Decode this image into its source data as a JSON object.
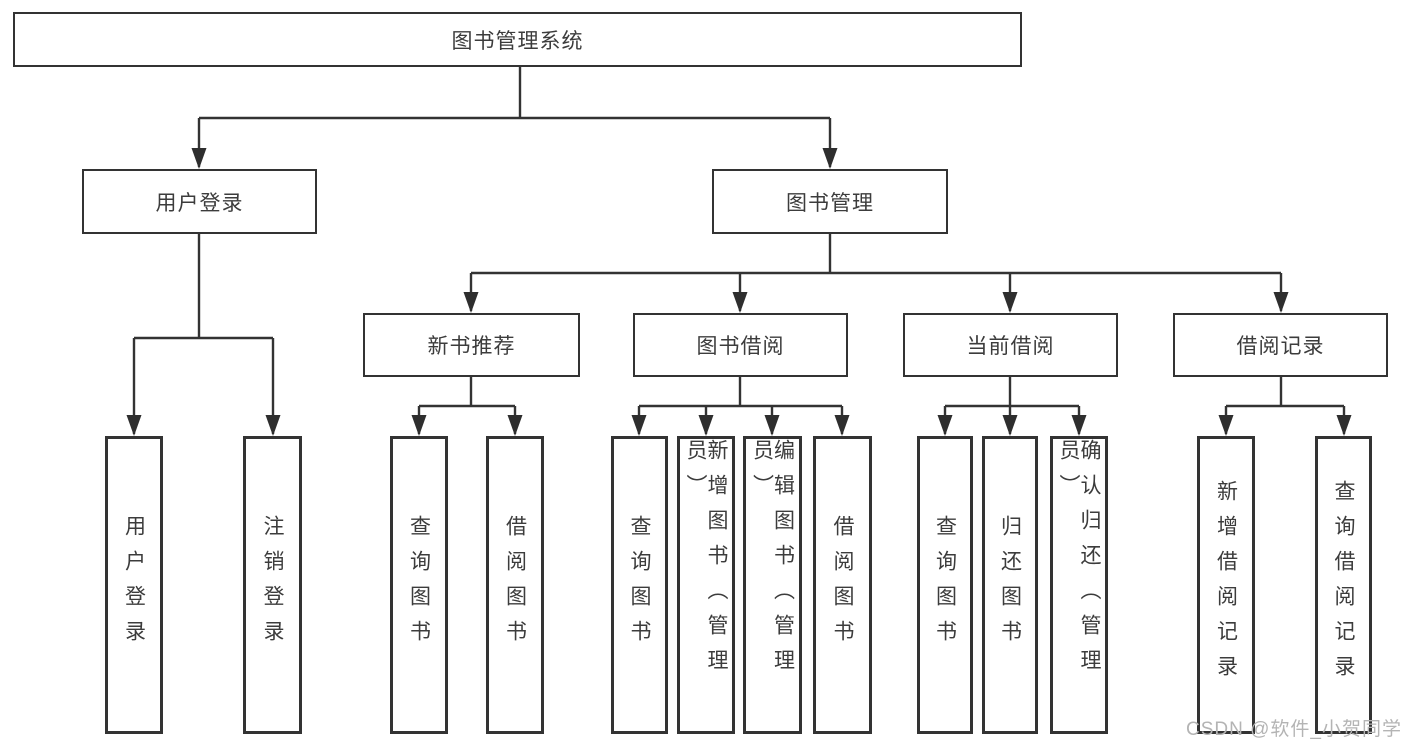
{
  "diagram": {
    "root": {
      "label": "图书管理系统"
    },
    "level1": [
      {
        "id": "user-login",
        "label": "用户登录",
        "parent": "图书管理系统"
      },
      {
        "id": "book-management",
        "label": "图书管理",
        "parent": "图书管理系统"
      }
    ],
    "level2": [
      {
        "id": "new-book-recommendation",
        "label": "新书推荐",
        "parent": "图书管理"
      },
      {
        "id": "book-borrowing",
        "label": "图书借阅",
        "parent": "图书管理"
      },
      {
        "id": "current-borrowing",
        "label": "当前借阅",
        "parent": "图书管理"
      },
      {
        "id": "borrowing-records",
        "label": "借阅记录",
        "parent": "图书管理"
      }
    ],
    "leaves": [
      {
        "id": "user-login-action",
        "label": "用户登录",
        "parent": "用户登录"
      },
      {
        "id": "logout-action",
        "label": "注销登录",
        "parent": "用户登录"
      },
      {
        "id": "query-books-recommend",
        "label": "查询图书",
        "parent": "新书推荐"
      },
      {
        "id": "borrow-books-recommend",
        "label": "借阅图书",
        "parent": "新书推荐"
      },
      {
        "id": "query-books-borrowing",
        "label": "查询图书",
        "parent": "图书借阅"
      },
      {
        "id": "add-books-admin",
        "label": "新增图书（管理员）",
        "parent": "图书借阅"
      },
      {
        "id": "edit-books-admin",
        "label": "编辑图书（管理员）",
        "parent": "图书借阅"
      },
      {
        "id": "borrow-books",
        "label": "借阅图书",
        "parent": "图书借阅"
      },
      {
        "id": "query-books-current",
        "label": "查询图书",
        "parent": "当前借阅"
      },
      {
        "id": "return-books",
        "label": "归还图书",
        "parent": "当前借阅"
      },
      {
        "id": "confirm-return-admin",
        "label": "确认归还（管理员）",
        "parent": "当前借阅"
      },
      {
        "id": "add-borrow-record",
        "label": "新增借阅记录",
        "parent": "借阅记录"
      },
      {
        "id": "query-borrow-record",
        "label": "查询借阅记录",
        "parent": "借阅记录"
      }
    ]
  },
  "watermark": {
    "text": "CSDN @软件_小贺同学"
  },
  "colors": {
    "line": "#333333",
    "box_border": "#333333",
    "text": "#3c3c3c",
    "watermark": "#b4b4b4",
    "background": "#ffffff"
  }
}
